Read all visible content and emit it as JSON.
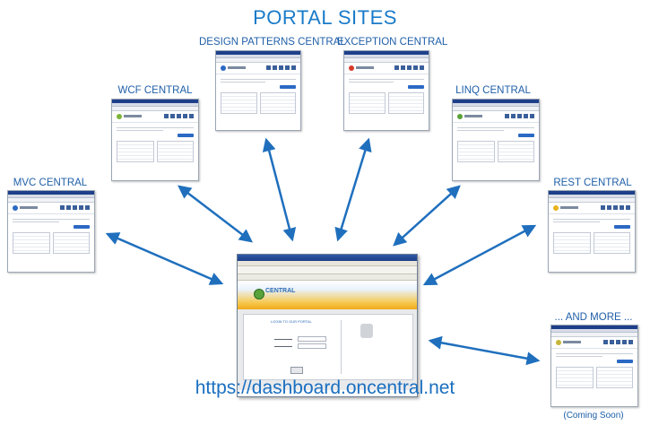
{
  "title": "PORTAL SITES",
  "url": "https://dashboard.oncentral.net",
  "coming_soon": "(Coming Soon)",
  "sites": [
    {
      "label": "DESIGN PATTERNS CENTRAL",
      "logo_color": "#2b69c4"
    },
    {
      "label": "EXCEPTION CENTRAL",
      "logo_color": "#d63b2a"
    },
    {
      "label": "WCF CENTRAL",
      "logo_color": "#7bb53a"
    },
    {
      "label": "LINQ CENTRAL",
      "logo_color": "#5aa23a"
    },
    {
      "label": "MVC CENTRAL",
      "logo_color": "#2b69c4"
    },
    {
      "label": "REST CENTRAL",
      "logo_color": "#e7b21c"
    },
    {
      "label": "... AND MORE ...",
      "logo_color": "#c8b53a"
    }
  ],
  "dashboard": {
    "brand": "CENTRAL",
    "login_title": "LOGIN TO OUR PORTAL"
  },
  "colors": {
    "accent": "#1a7bc9",
    "arrow": "#1f6fbd"
  }
}
